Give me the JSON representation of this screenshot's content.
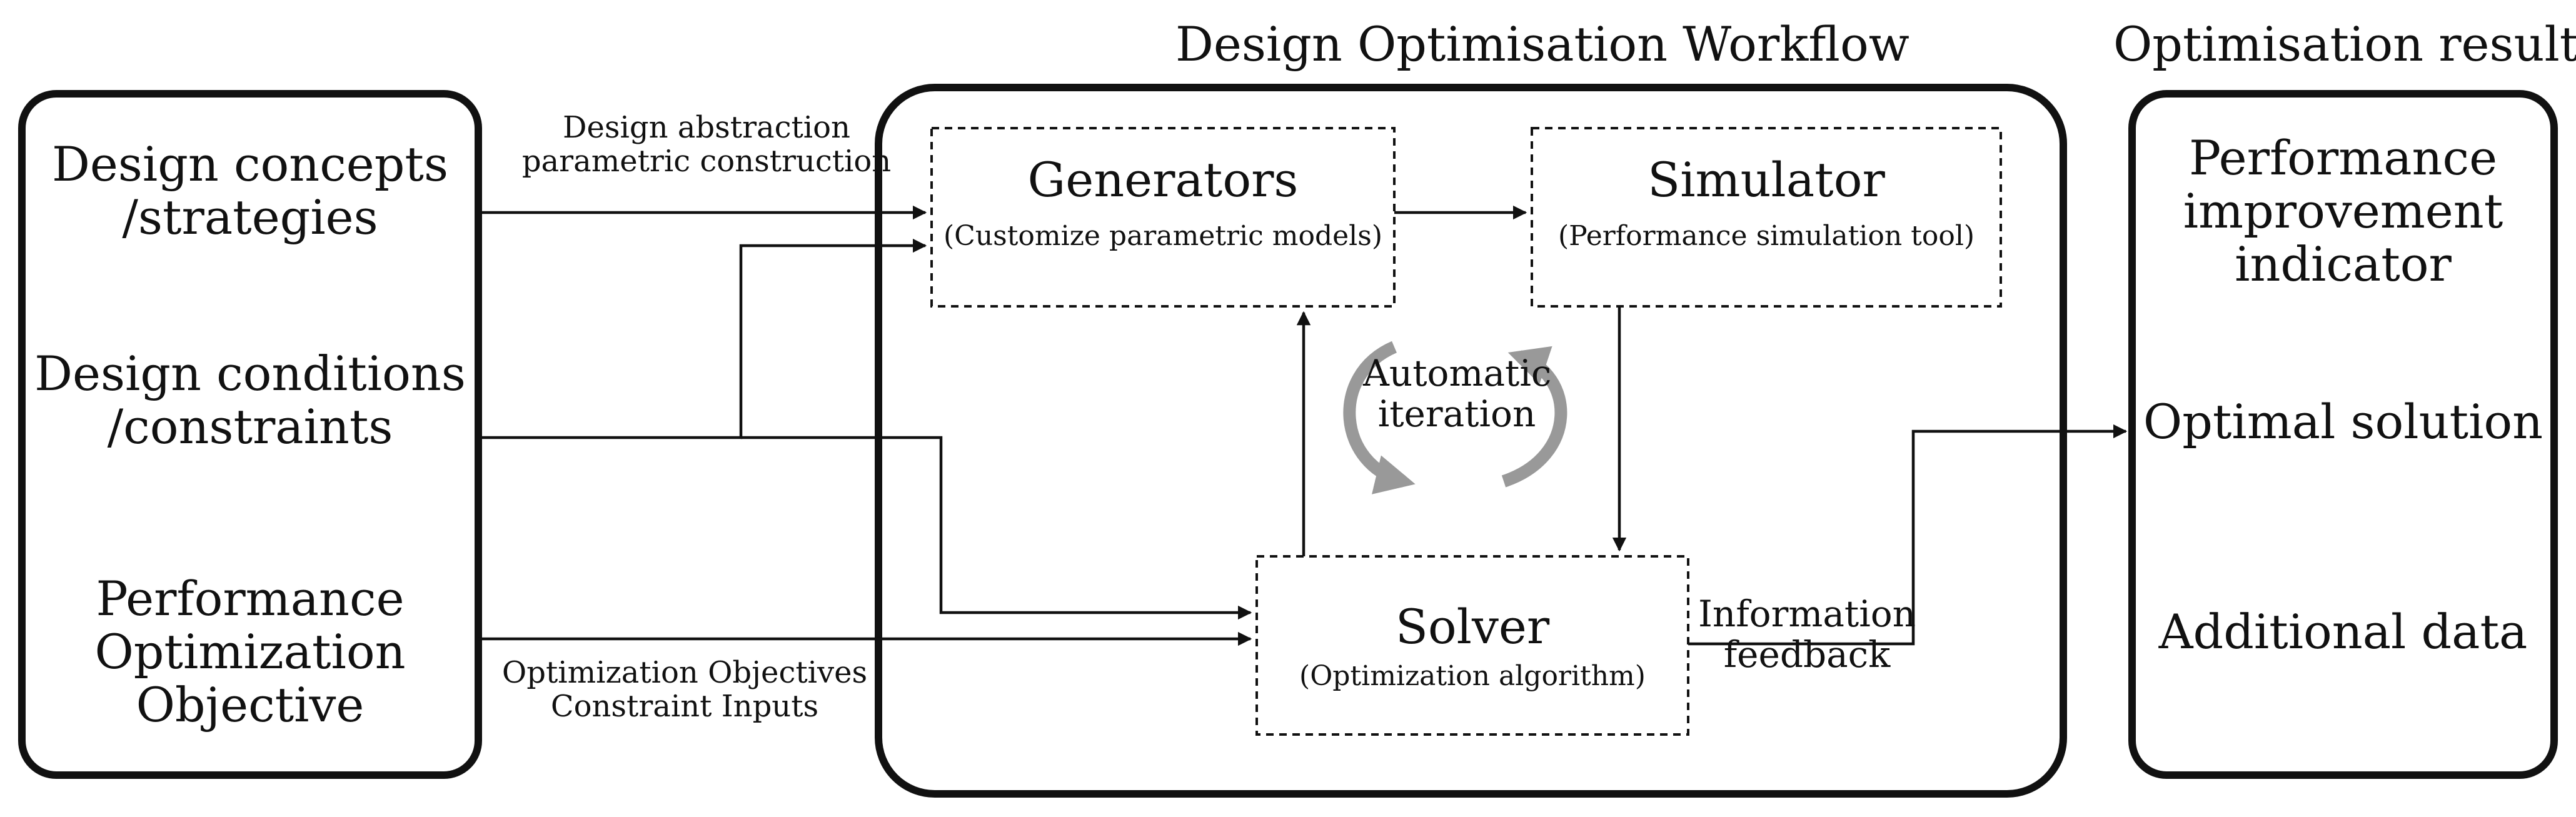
{
  "workflow_title": "Design Optimisation Workflow",
  "results_title": "Optimisation results",
  "inputs": {
    "concepts": [
      "Design concepts",
      "/strategies"
    ],
    "conditions": [
      "Design conditions",
      "/constraints"
    ],
    "objective": [
      "Performance",
      "Optimization",
      "Objective"
    ]
  },
  "arrow_labels": {
    "abstraction": [
      "Design abstraction",
      "parametric construction"
    ],
    "objectives": [
      "Optimization Objectives",
      "Constraint Inputs"
    ],
    "feedback": [
      "Information",
      "feedback"
    ]
  },
  "generators": {
    "title": "Generators",
    "subtitle": "(Customize parametric models)"
  },
  "simulator": {
    "title": "Simulator",
    "subtitle": "(Performance simulation tool)"
  },
  "solver": {
    "title": "Solver",
    "subtitle": "(Optimization algorithm)"
  },
  "iteration": [
    "Automatic",
    "iteration"
  ],
  "results": {
    "indicator": [
      "Performance",
      "improvement",
      "indicator"
    ],
    "optimal": "Optimal solution",
    "additional": "Additional data"
  },
  "colors": {
    "stroke": "#111111",
    "iteration_arrow": "#999999",
    "background": "#ffffff"
  }
}
